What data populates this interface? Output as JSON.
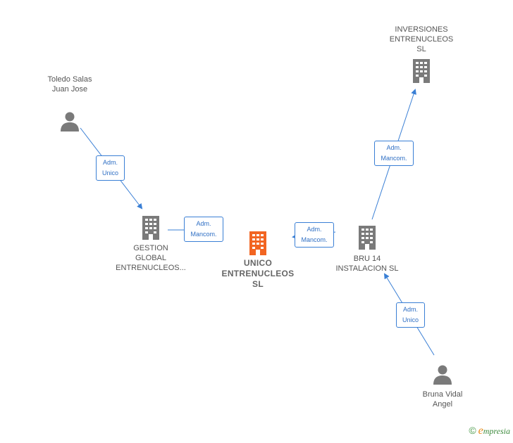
{
  "nodes": {
    "toledo": {
      "label": "Toledo Salas\nJuan Jose",
      "type": "person"
    },
    "gestion": {
      "label": "GESTION\nGLOBAL\nENTRENUCLEOS...",
      "type": "company"
    },
    "unico": {
      "label": "UNICO\nENTRENUCLEOS\nSL",
      "type": "company-main"
    },
    "bru14": {
      "label": "BRU 14\nINSTALACION SL",
      "type": "company"
    },
    "inversiones": {
      "label": "INVERSIONES\nENTRENUCLEOS\nSL",
      "type": "company"
    },
    "bruna": {
      "label": "Bruna Vidal\nAngel",
      "type": "person"
    }
  },
  "edges": {
    "toledo_gestion": {
      "label": "Adm.\nUnico"
    },
    "gestion_unico": {
      "label": "Adm.\nMancom."
    },
    "bru14_unico": {
      "label": "Adm.\nMancom."
    },
    "bru14_inversiones": {
      "label": "Adm.\nMancom."
    },
    "bruna_bru14": {
      "label": "Adm.\nUnico"
    }
  },
  "colors": {
    "edge": "#3a7fd5",
    "icon": "#7a7a7a",
    "main_icon": "#f26522"
  },
  "brand": {
    "symbol": "©",
    "initial": "e",
    "rest": "mpresia"
  }
}
